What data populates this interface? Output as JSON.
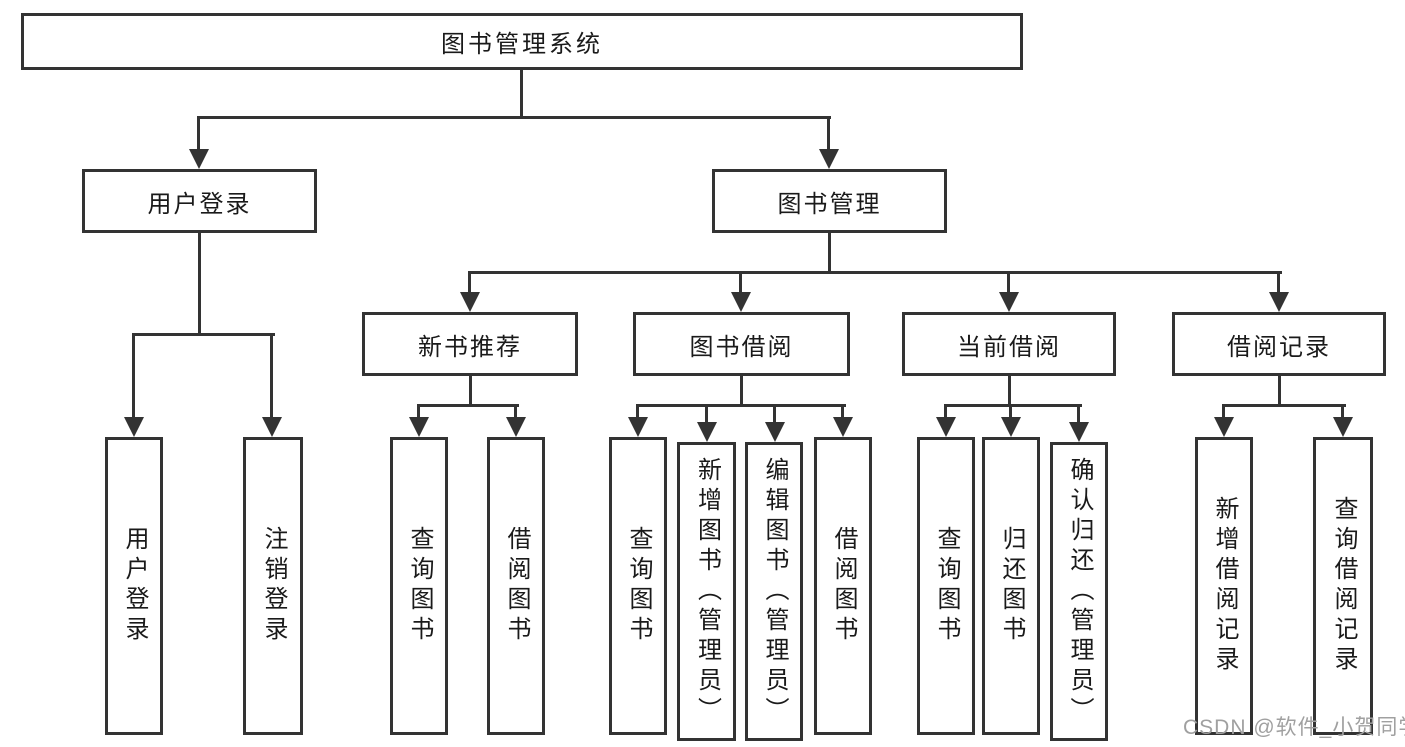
{
  "nodes": {
    "root": "图书管理系统",
    "user_login": "用户登录",
    "book_mgmt": "图书管理",
    "new_book_rec": "新书推荐",
    "book_borrow": "图书借阅",
    "current_borrow": "当前借阅",
    "borrow_records": "借阅记录",
    "leaf_user_login": "用户登录",
    "leaf_logout": "注销登录",
    "leaf_query_book_1": "查询图书",
    "leaf_borrow_book_1": "借阅图书",
    "leaf_query_book_2": "查询图书",
    "leaf_add_book_admin": "新增图书（管理员）",
    "leaf_edit_book_admin": "编辑图书（管理员）",
    "leaf_borrow_book_2": "借阅图书",
    "leaf_query_book_3": "查询图书",
    "leaf_return_book": "归还图书",
    "leaf_confirm_return_admin": "确认归还（管理员）",
    "leaf_add_borrow_record": "新增借阅记录",
    "leaf_query_borrow_record": "查询借阅记录"
  },
  "watermark": "CSDN @软件_小贺同学",
  "colors": {
    "line": "#333333",
    "text": "#1a1a1a",
    "watermark": "#a0a0a0",
    "background": "#ffffff"
  }
}
